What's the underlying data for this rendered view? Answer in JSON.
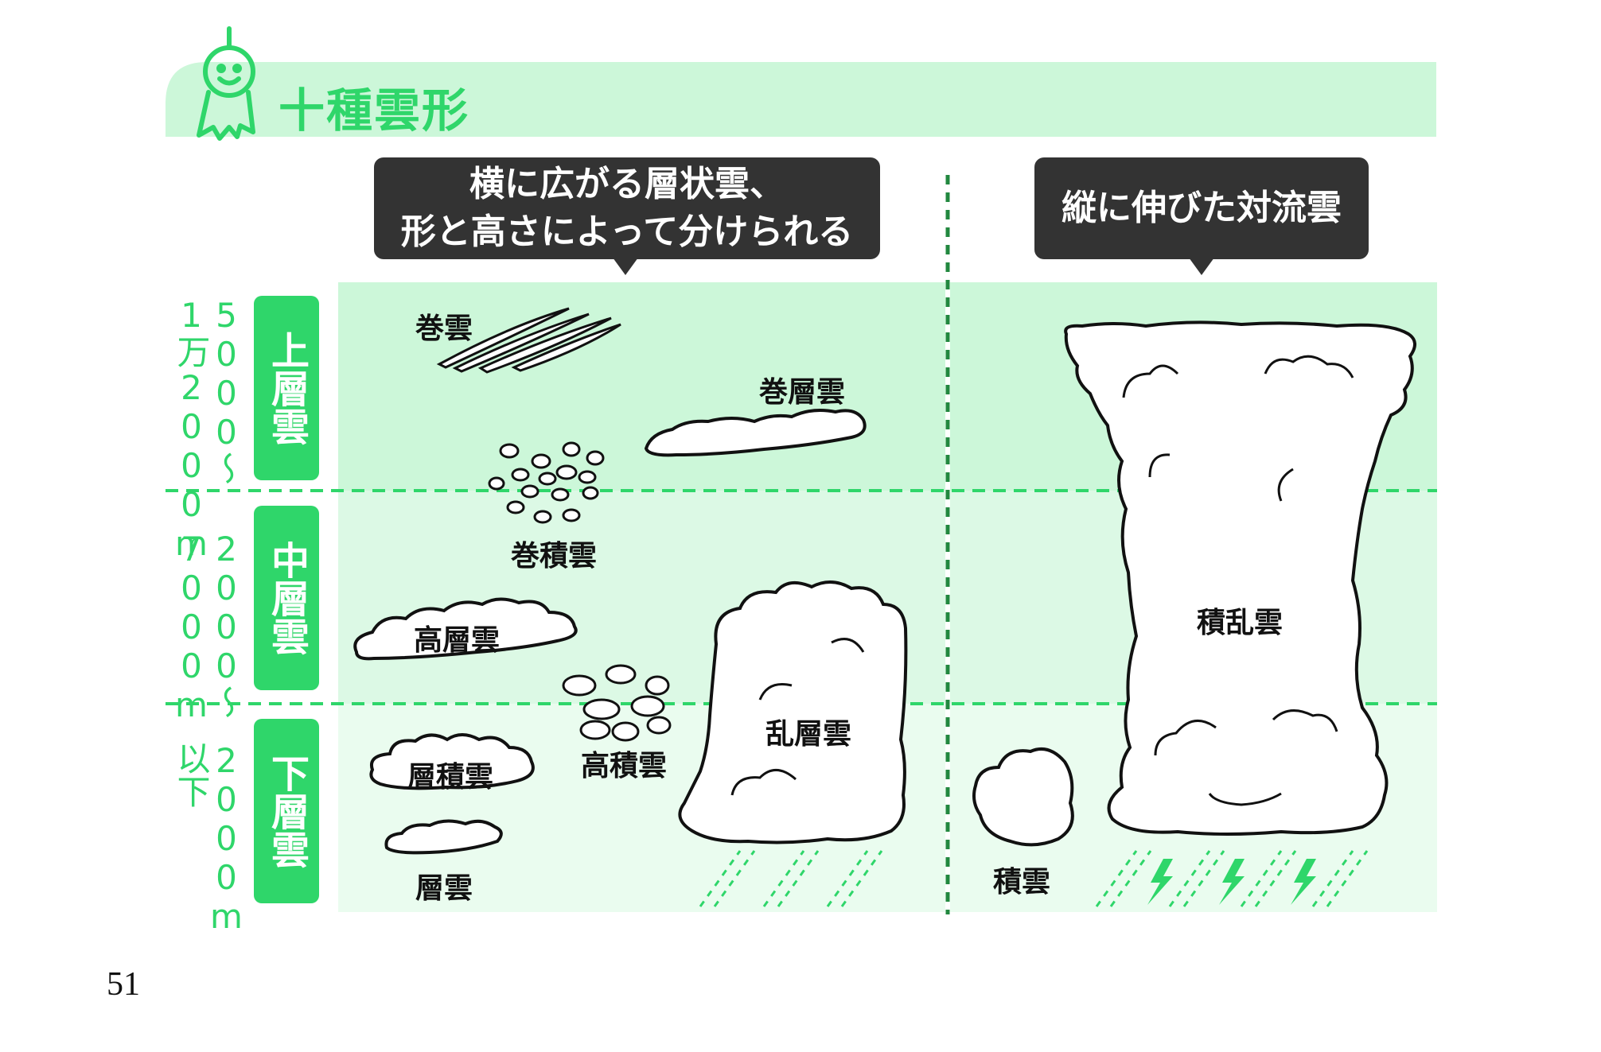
{
  "title": "十種雲形",
  "callouts": {
    "stratiform": [
      "横に広がる層状雲、",
      "形と高さによって分けられる"
    ],
    "convective": "縦に伸びた対流雲"
  },
  "tiers": [
    {
      "label": "上層雲",
      "altitude": [
        "5000〜",
        "1万2000m"
      ]
    },
    {
      "label": "中層雲",
      "altitude": [
        "2000〜",
        "7000m"
      ]
    },
    {
      "label": "下層雲",
      "altitude": [
        "2000m",
        "以下"
      ]
    }
  ],
  "clouds": {
    "cirrus": "巻雲",
    "cirrostratus": "巻層雲",
    "cirrocumulus": "巻積雲",
    "altostratus": "高層雲",
    "altocumulus": "高積雲",
    "nimbostratus": "乱層雲",
    "stratocumulus": "層積雲",
    "stratus": "層雲",
    "cumulus": "積雲",
    "cumulonimbus": "積乱雲"
  },
  "colors": {
    "accent_green": "#2fd66a",
    "band_upper": "#ccf7d9",
    "band_middle": "#dcf9e5",
    "band_lower": "#eafcef",
    "callout_bg": "#333333"
  },
  "page_number": "51"
}
